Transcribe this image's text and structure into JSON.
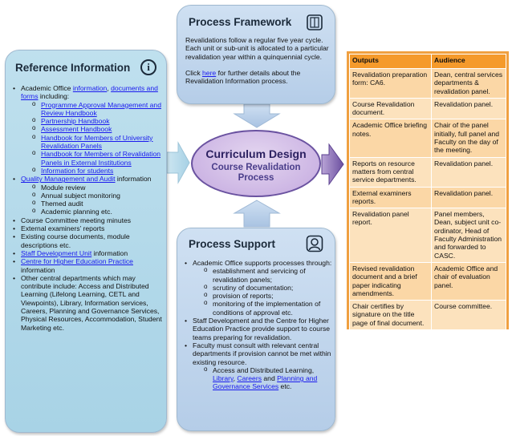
{
  "reference": {
    "title": "Reference Information",
    "icon": "info-icon",
    "items": [
      {
        "pre": "Academic Office ",
        "links": [
          "information",
          "documents and forms"
        ],
        "post": " including:",
        "sub": [
          "Programme Approval Management and Review Handbook",
          "Partnership Handbook",
          "Assessment Handbook",
          "Handbook for Members of University Revalidation Panels",
          "Handbook for Members of Revalidation Panels in External Institutions",
          "Information for students"
        ]
      },
      {
        "link": "Quality Management and Audit",
        "post": " information",
        "sub": [
          "Module review",
          "Annual subject monitoring",
          "Themed audit",
          "Academic planning etc."
        ]
      },
      {
        "text": "Course Committee meeting minutes"
      },
      {
        "text": "External examiners’ reports"
      },
      {
        "text": "Existing course documents, module descriptions etc."
      },
      {
        "link": "Staff Development Unit",
        "post": " information"
      },
      {
        "link": "Centre for Higher Education Practice",
        "post": " information"
      },
      {
        "text": "Other central departments which may contribute include: Access and Distributed Learning (Lifelong Learning, CETL and Viewpoints), Library, Information services, Careers, Planning and Governance Services, Physical Resources, Accommodation, Student Marketing etc."
      }
    ]
  },
  "framework": {
    "title": "Process Framework",
    "icon": "book-icon",
    "para1": "Revalidations follow a regular five year cycle.  Each unit or sub-unit is allocated to a particular revalidation year within a quinquennial cycle.",
    "click_pre": "Click ",
    "click_link": "here",
    "click_post": " for further details about the Revalidation Information process."
  },
  "center": {
    "title": "Curriculum Design",
    "subtitle": "Course Revalidation Process"
  },
  "support": {
    "title": "Process Support",
    "icon": "person-icon",
    "item1": "Academic Office supports processes through:",
    "item1_sub": [
      "establishment and servicing of revalidation panels;",
      "scrutiny of documentation;",
      "provision of reports;",
      "monitoring of the implementation of conditions of approval etc."
    ],
    "item2": "Staff Development and the Centre for Higher Education Practice provide support to course teams preparing for revalidation.",
    "item3": "Faculty must consult with relevant central departments if provision cannot be met within existing resource.",
    "item3_sub_pre": "Access and Distributed Learning, ",
    "item3_links": [
      "Library",
      "Careers",
      "Planning and Governance Services"
    ],
    "item3_sub_and": " and ",
    "item3_sub_sep": ", ",
    "item3_sub_post": " etc."
  },
  "outputs_table": {
    "headers": [
      "Outputs",
      "Audience"
    ],
    "rows": [
      [
        "Revalidation preparation form: CA6.",
        "Dean, central services departments & revalidation panel."
      ],
      [
        "Course Revalidation document.",
        "Revalidation panel."
      ],
      [
        "Academic Office briefing notes.",
        "Chair of the panel initially, full panel and Faculty on the day of the meeting."
      ],
      [
        "Reports on resource matters from central service departments.",
        "Revalidation panel."
      ],
      [
        "External examiners reports.",
        "Revalidation panel."
      ],
      [
        "Revalidation panel report.",
        "Panel members, Dean, subject unit co-ordinator, Head of Faculty Administration and forwarded to CASC."
      ],
      [
        "Revised revalidation document and a brief paper indicating amendments.",
        "Academic Office and chair of evaluation panel."
      ],
      [
        "Chair certifies by signature on the title page of final document.",
        "Course committee."
      ]
    ]
  }
}
